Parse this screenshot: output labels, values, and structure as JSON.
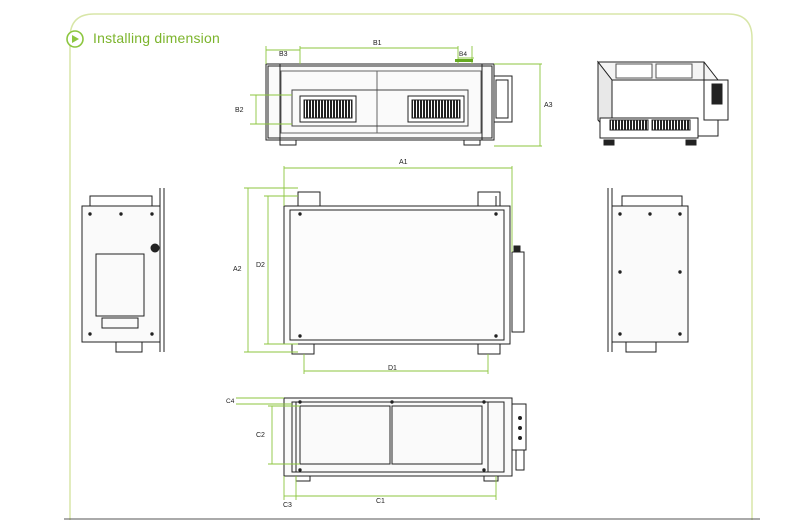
{
  "header": {
    "title": "Installing dimension",
    "accent_color": "#8cc63f",
    "icon": "play-circle-icon"
  },
  "dimensions": {
    "top_view": [
      "B1",
      "B3",
      "B4",
      "B2",
      "A3"
    ],
    "front_view": [
      "A1",
      "A2",
      "D2",
      "D1"
    ],
    "bottom_view": [
      "C4",
      "C2",
      "C3",
      "C1"
    ]
  }
}
